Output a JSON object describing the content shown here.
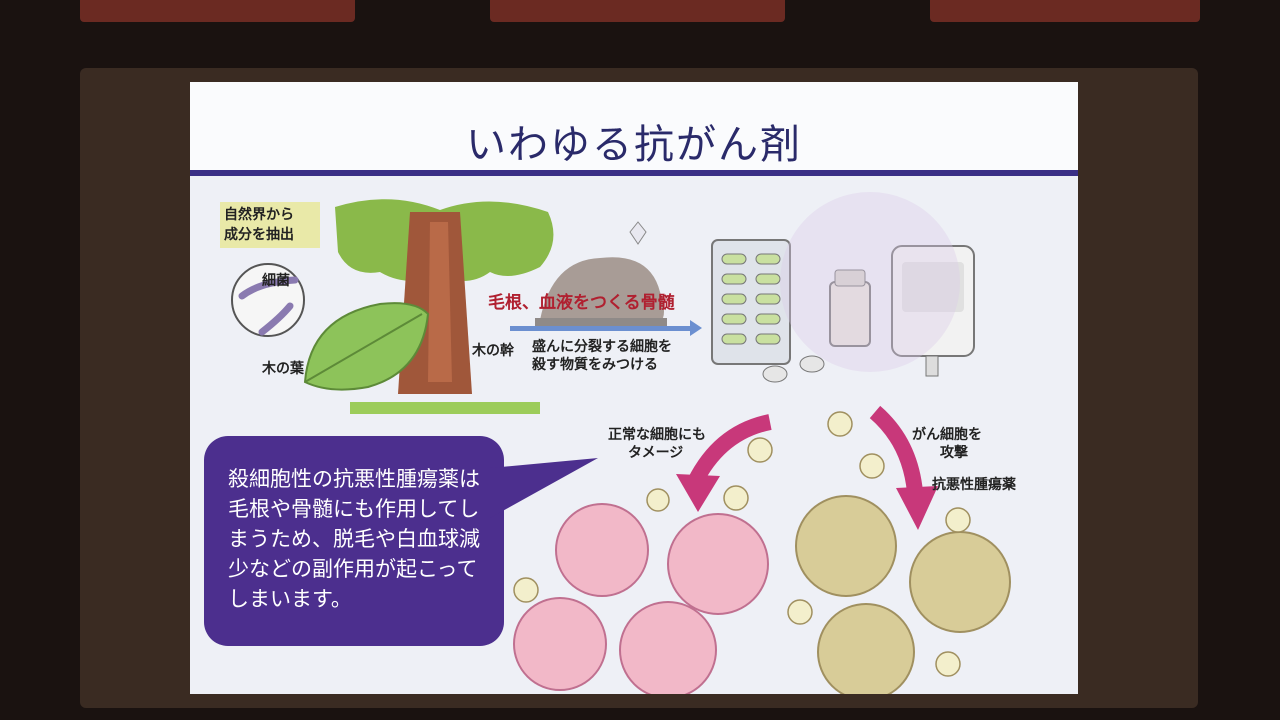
{
  "slide": {
    "title": "いわゆる抗がん剤",
    "extract_label": "自然界から\n成分を抽出",
    "bacteria_label": "細菌",
    "leaf_label": "木の葉",
    "trunk_label": "木の幹",
    "target_label": "毛根、血液をつくる骨髄",
    "arrow_caption_1": "盛んに分裂する細胞を",
    "arrow_caption_2": "殺す物質をみつける",
    "normal_damage_1": "正常な細胞にも",
    "normal_damage_2": "タメージ",
    "cancer_attack_1": "がん細胞を",
    "cancer_attack_2": "攻撃",
    "drug_label": "抗悪性腫瘍薬",
    "bubble_text": "殺細胞性の抗悪性腫瘍薬は毛根や骨髄にも作用してしまうため、脱毛や白血球減少などの副作用が起こってしまいます。"
  },
  "colors": {
    "title_rule": "#3a2f86",
    "bubble_bg": "#4c2f8e",
    "accent_red": "#b02030",
    "arrow_pink": "#c8387a"
  }
}
